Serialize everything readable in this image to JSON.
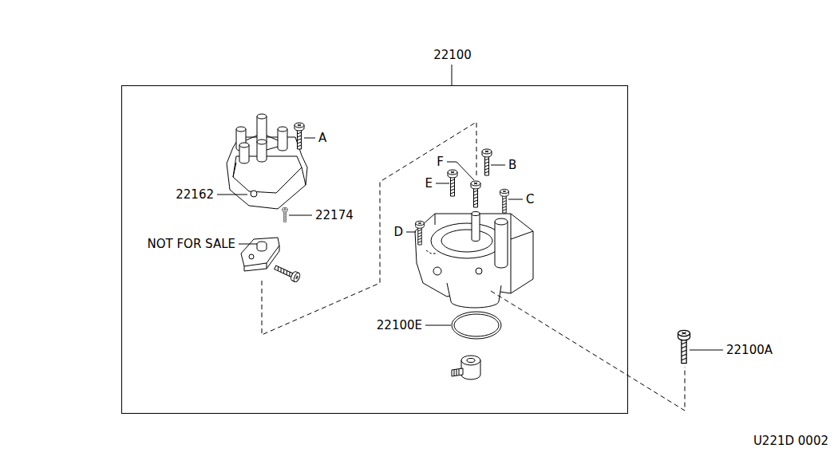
{
  "diagram": {
    "nodes": [
      {
        "text": [
          "22100"
        ]
      }
    ],
    "labels": [
      "A",
      "22162",
      "22174",
      "NOT FOR SALE",
      "F",
      "B",
      "E",
      "C",
      "D",
      "22100E",
      "22100A",
      "U221D 0002"
    ]
  }
}
